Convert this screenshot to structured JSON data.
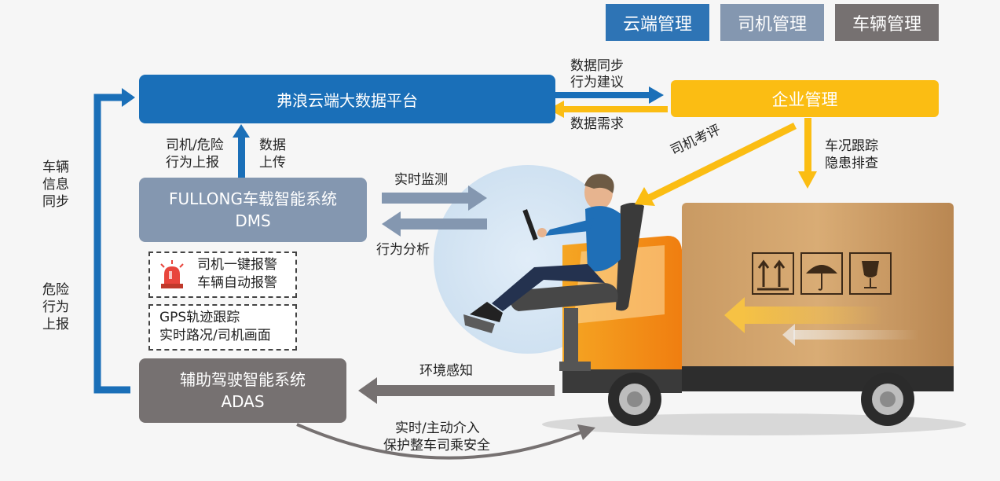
{
  "tabs": [
    {
      "label": "云端管理",
      "color": "#2e74b5"
    },
    {
      "label": "司机管理",
      "color": "#8497b0"
    },
    {
      "label": "车辆管理",
      "color": "#767171"
    }
  ],
  "cloud_platform": {
    "label": "弗浪云端大数据平台",
    "color": "#1a6fb8"
  },
  "enterprise": {
    "label": "企业管理",
    "color": "#fbbd13"
  },
  "dms": {
    "line1": "FULLONG车载智能系统",
    "line2": "DMS",
    "color": "#8497b0"
  },
  "adas": {
    "line1": "辅助驾驶智能系统",
    "line2": "ADAS",
    "color": "#767171"
  },
  "labels": {
    "data_sync": "数据同步",
    "behavior_advice": "行为建议",
    "data_demand": "数据需求",
    "driver_report_1": "司机/危险",
    "driver_report_2": "行为上报",
    "data_upload_1": "数据",
    "data_upload_2": "上传",
    "vehicle_sync_1": "车辆",
    "vehicle_sync_2": "信息",
    "vehicle_sync_3": "同步",
    "danger_report_1": "危险",
    "danger_report_2": "行为",
    "danger_report_3": "上报",
    "realtime_monitor": "实时监测",
    "behavior_analysis": "行为分析",
    "driver_eval": "司机考评",
    "vehicle_track_1": "车况跟踪",
    "vehicle_track_2": "隐患排查",
    "env_perception": "环境感知",
    "intervention_1": "实时/主动介入",
    "intervention_2": "保护整车司乘安全"
  },
  "alarm_box": {
    "line1": "司机一键报警",
    "line2": "车辆自动报警"
  },
  "gps_box": {
    "line1": "GPS轨迹跟踪",
    "line2": "实时路况/司机画面"
  },
  "icons": {
    "alarm": "alarm-light-icon",
    "up_arrows": "this-way-up-icon",
    "umbrella": "keep-dry-icon",
    "glass": "fragile-icon"
  }
}
